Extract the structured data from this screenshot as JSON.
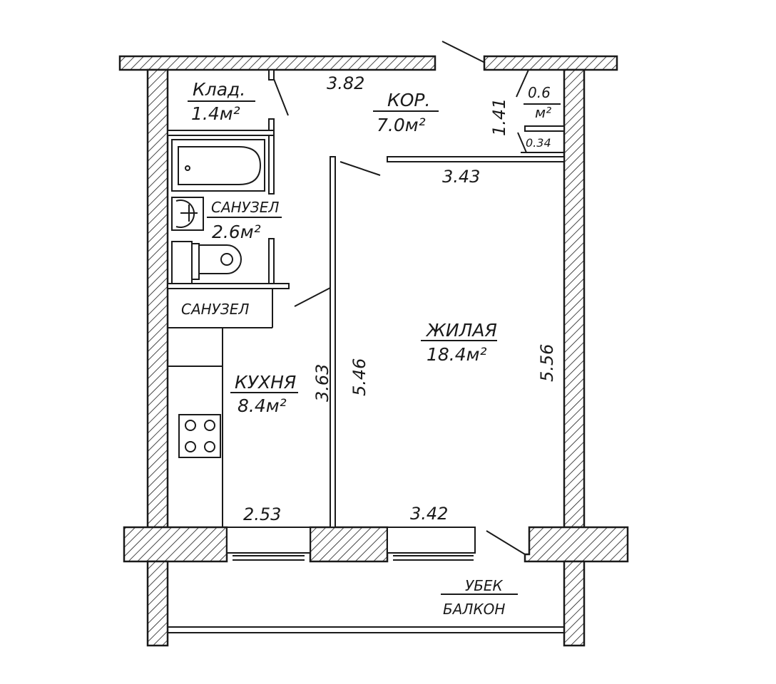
{
  "rooms": {
    "storage": {
      "name": "Клад.",
      "area": "1.4м²"
    },
    "corridor": {
      "name": "КОР.",
      "area": "7.0м²"
    },
    "closet": {
      "area_value": "0.6",
      "area_unit": "м²"
    },
    "bathroom": {
      "name": "САНУЗЕЛ",
      "area": "2.6м²"
    },
    "toilet": {
      "name": "САНУЗЕЛ"
    },
    "kitchen": {
      "name": "КУХНЯ",
      "area": "8.4м²"
    },
    "living": {
      "name": "ЖИЛАЯ",
      "area": "18.4м²"
    },
    "balcony": {
      "name_top": "УБЕК",
      "name": "БАЛКОН"
    }
  },
  "dimensions": {
    "top_width": "3.82",
    "closet_height": "1.41",
    "closet_width": "0.34",
    "living_top": "3.43",
    "kitchen_height": "3.63",
    "partition_length": "5.46",
    "living_height": "5.56",
    "kitchen_width": "2.53",
    "living_bottom": "3.42"
  }
}
